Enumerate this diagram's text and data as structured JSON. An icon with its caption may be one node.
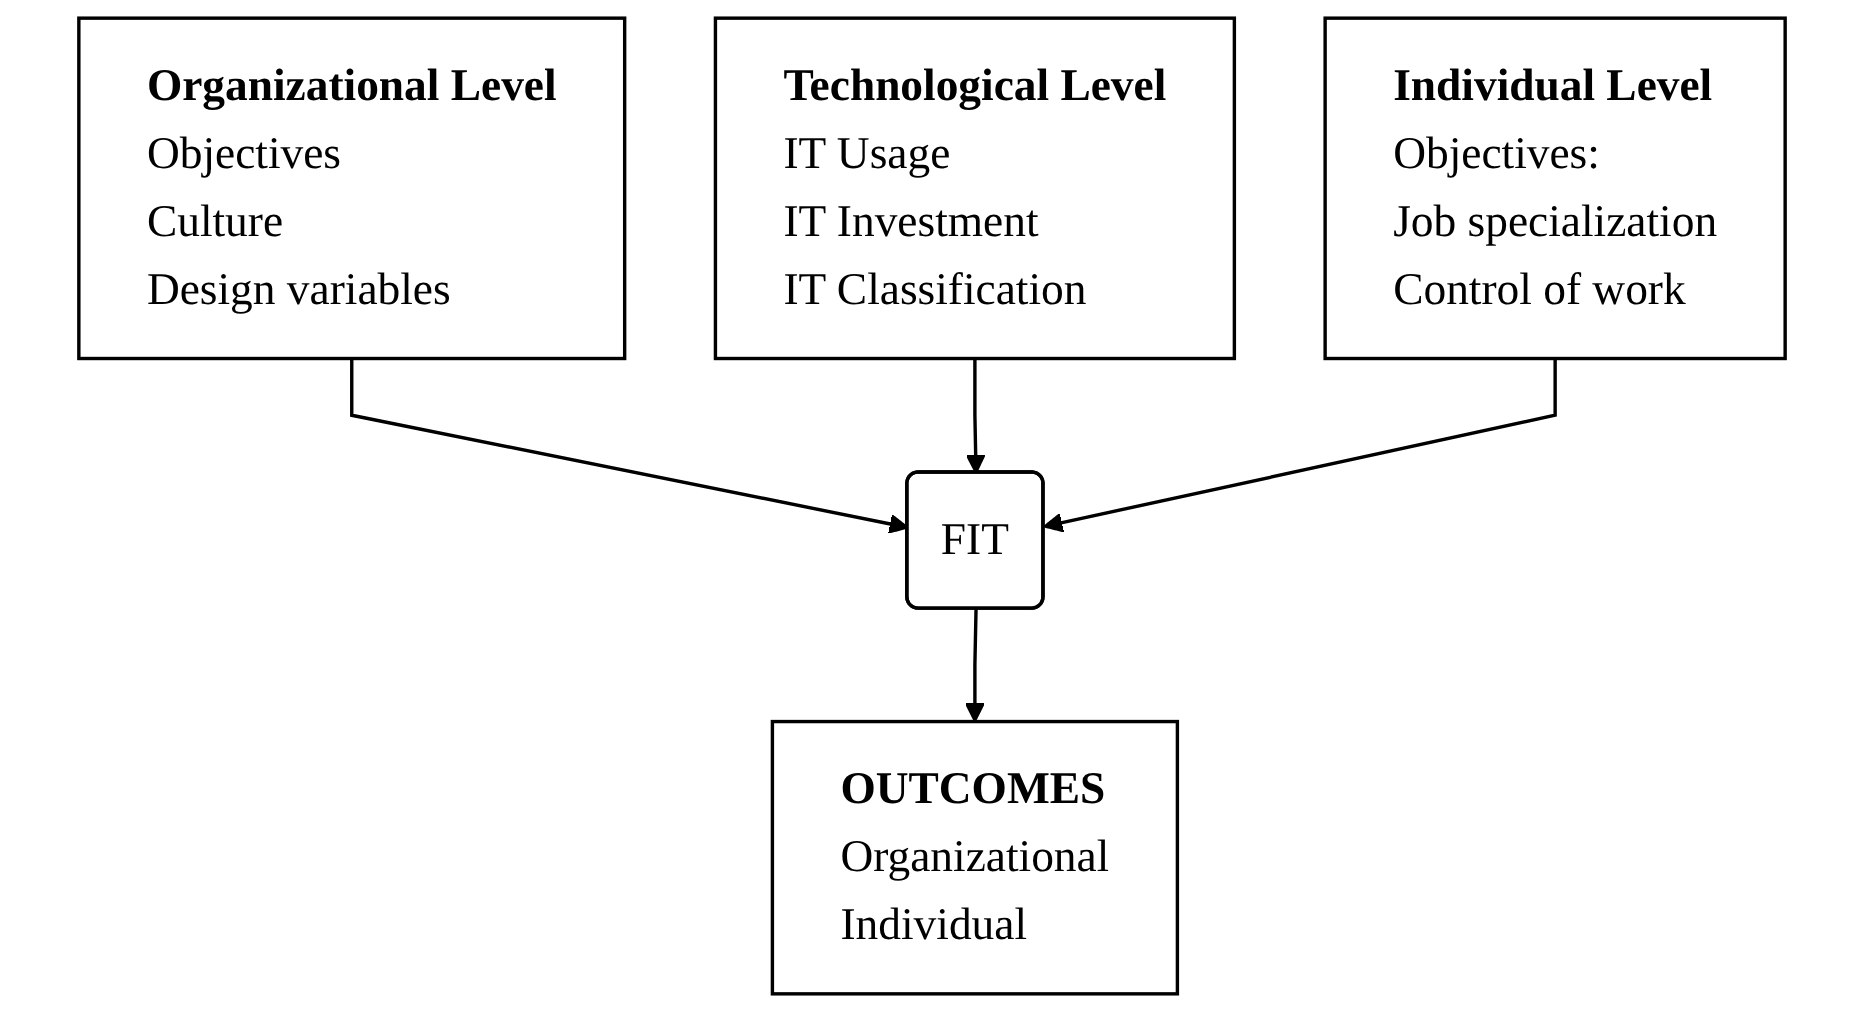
{
  "diagram": {
    "nodes": [
      {
        "text": [
          "Organizational Level",
          "Objectives",
          "Culture",
          "Design variables"
        ]
      },
      {
        "text": [
          "Technological Level",
          "IT Usage",
          "IT Investment",
          "IT Classification"
        ]
      },
      {
        "text": [
          "Individual Level",
          "Objectives:",
          "Job specialization",
          "Control of work"
        ]
      },
      {
        "text": [
          "FIT"
        ]
      },
      {
        "text": [
          "OUTCOMES",
          "Organizational",
          "Individual"
        ]
      }
    ],
    "edges": [
      {
        "from": 0,
        "to": 3,
        "arrow": "to"
      },
      {
        "from": 1,
        "to": 3,
        "arrow": "to"
      },
      {
        "from": 2,
        "to": 3,
        "arrow": "to"
      },
      {
        "from": 3,
        "to": 4,
        "arrow": "to"
      }
    ]
  }
}
